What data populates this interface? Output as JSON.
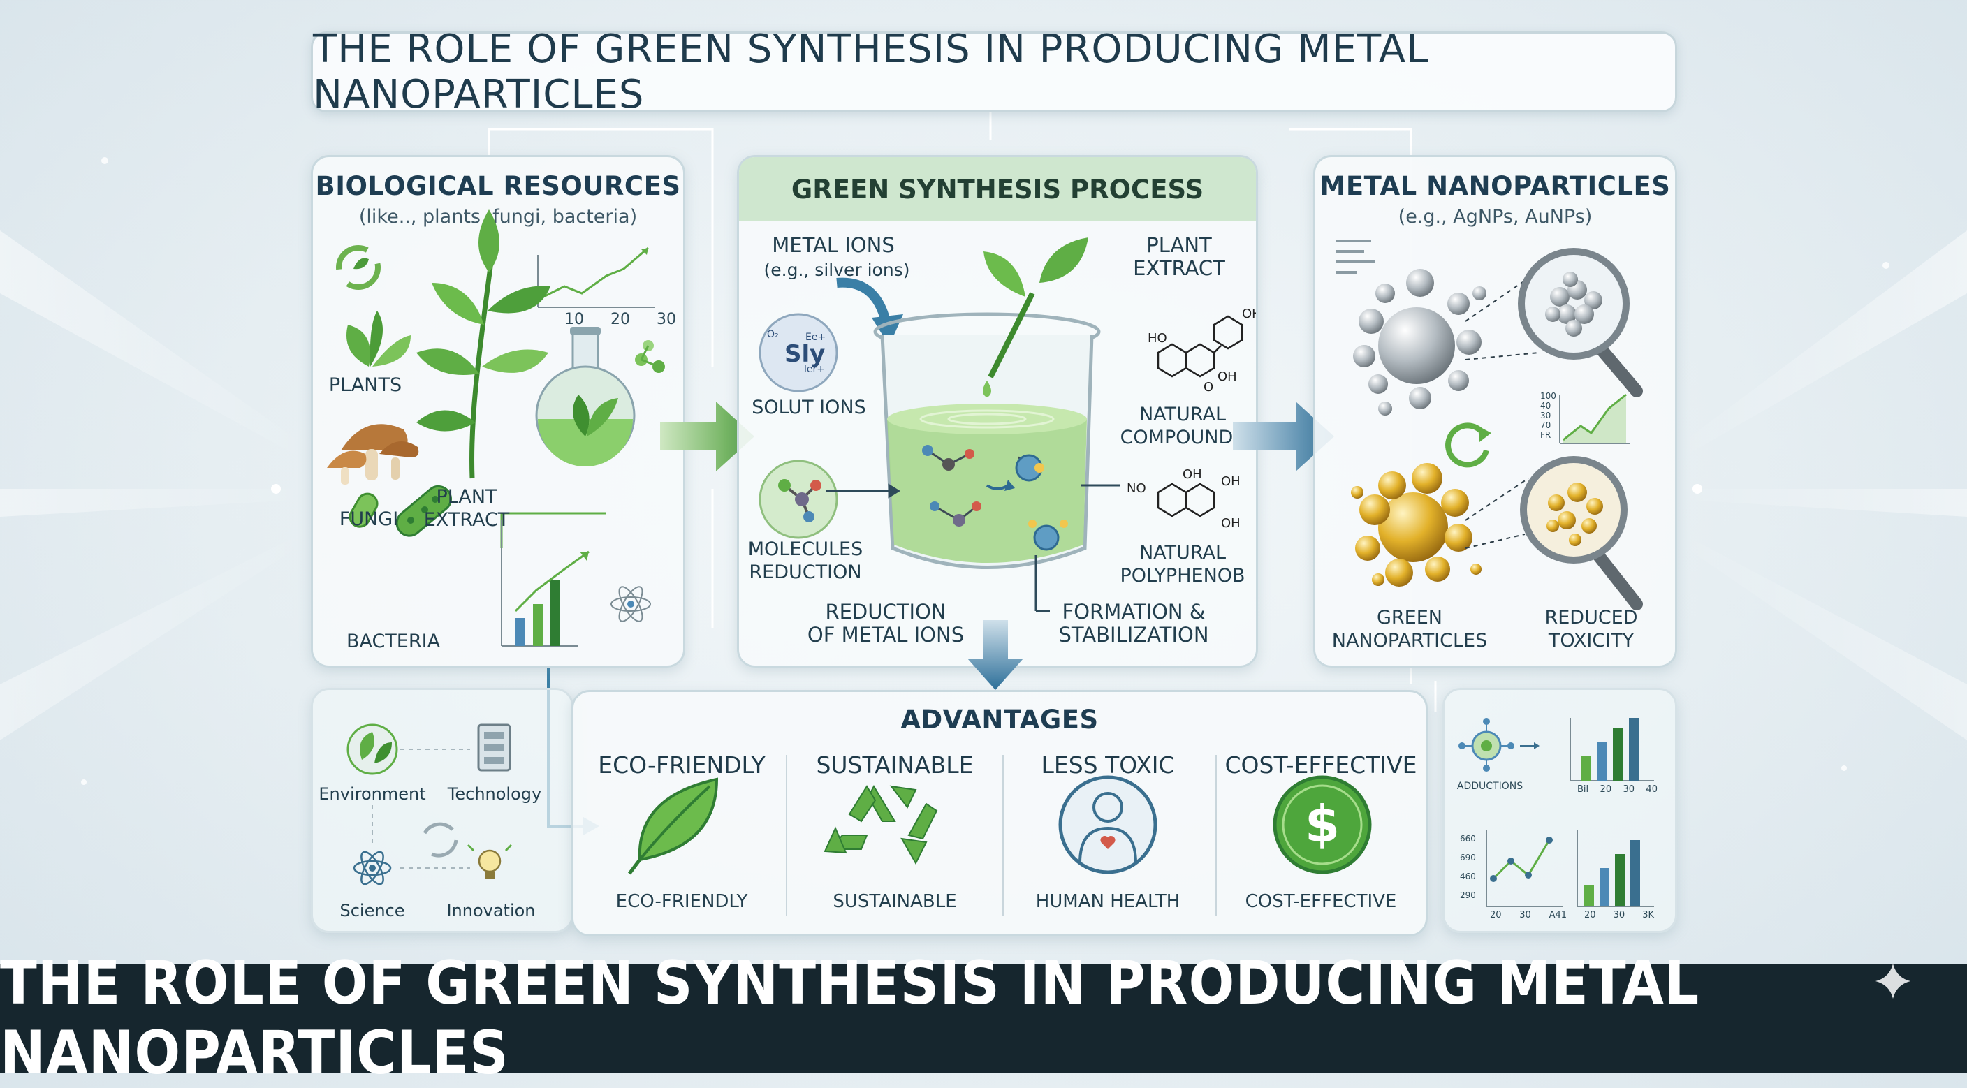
{
  "header": {
    "title": "THE ROLE OF GREEN SYNTHESIS IN PRODUCING METAL NANOPARTICLES"
  },
  "footer": {
    "title": "THE ROLE OF GREEN SYNTHESIS IN PRODUCING METAL NANOPARTICLES"
  },
  "bio": {
    "title": "BIOLOGICAL RESOURCES",
    "subtitle": "(like.., plants, fungi, bacteria)",
    "plants": "PLANTS",
    "fungi": "FUNGI",
    "plant_extract_1": "PLANT",
    "plant_extract_2": "EXTRACT",
    "bacteria": "BACTERIA",
    "mini_ticks": [
      "10",
      "20",
      "30"
    ]
  },
  "process": {
    "title": "GREEN SYNTHESIS PROCESS",
    "metal_ions": "METAL IONS",
    "metal_ions_eg": "(e.g., silver ions)",
    "plant_extract_1": "PLANT",
    "plant_extract_2": "EXTRACT",
    "ion_symbol": "Sly",
    "ion_sup_top": "Ee+",
    "ion_sup_bottom": "ler+",
    "ion_sup_left": "O₂",
    "solut_ions": "SOLUT IONS",
    "natural_compounds_1": "NATURAL",
    "natural_compounds_2": "COMPOUNDS",
    "molecules_1": "MOLECULES",
    "molecules_2": "REDUCTION",
    "natural_poly_1": "NATURAL",
    "natural_poly_2": "POLYPHENOB",
    "reduction_1": "REDUCTION",
    "reduction_2": "OF METAL IONS",
    "formation_1": "FORMATION &",
    "formation_2": "STABILIZATION",
    "chem_oh": "OH",
    "chem_o": "O",
    "chem_ho": "HO",
    "chem_no": "NO"
  },
  "metal": {
    "title": "METAL NANOPARTICLES",
    "subtitle": "(e.g., AgNPs, AuNPs)",
    "green_1": "GREEN",
    "green_2": "NANOPARTICLES",
    "reduced_1": "REDUCED",
    "reduced_2": "TOXICITY",
    "mini_ticks": [
      "100",
      "40",
      "30",
      "70",
      "FR"
    ]
  },
  "advantages": {
    "title": "ADVANTAGES",
    "items": [
      {
        "heading": "ECO-FRIENDLY",
        "footer": "ECO-FRIENDLY",
        "icon": "leaf-icon"
      },
      {
        "heading": "SUSTAINABLE",
        "footer": "SUSTAINABLE",
        "icon": "recycle-icon"
      },
      {
        "heading": "LESS TOXIC",
        "footer": "HUMAN HEALTH",
        "icon": "person-heart-icon"
      },
      {
        "heading": "COST-EFFECTIVE",
        "footer": "COST-EFFECTIVE",
        "icon": "dollar-icon"
      }
    ],
    "dollar": "$"
  },
  "ecosystem": {
    "environment": "Environment",
    "technology": "Technology",
    "science": "Science",
    "innovation": "Innovation"
  },
  "right_mini": {
    "adductions": "ADDUCTIONS",
    "bar_ticks": [
      "Bil",
      "20",
      "30",
      "40"
    ],
    "line_yticks": [
      "660",
      "690",
      "460",
      "290"
    ],
    "line_xticks": [
      "20",
      "30",
      "A41"
    ],
    "bar2_xticks": [
      "20",
      "30",
      "3K"
    ]
  },
  "colors": {
    "green": "#5fae45",
    "dark_green": "#2f7d33",
    "blue_arrow": "#3a7fa6",
    "gold": "#d9a21e",
    "silver": "#a9b2b8",
    "band": "#16262e"
  }
}
